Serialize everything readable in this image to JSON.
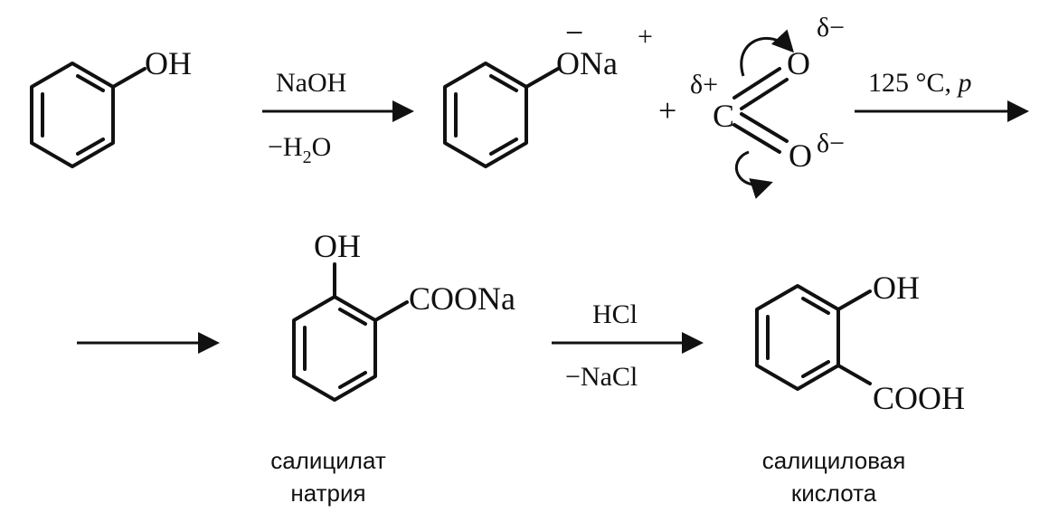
{
  "molecules": {
    "phenol": {
      "oh": "OH"
    },
    "phenoxide": {
      "minus": "−",
      "ona": "ONa",
      "plus": "+"
    },
    "co2": {
      "c": "C",
      "o_top": "O",
      "o_bottom": "O",
      "delta_plus": "δ+",
      "delta_minus_top": "δ−",
      "delta_minus_bottom": "δ−"
    },
    "sodium_salicylate": {
      "oh": "OH",
      "coona": "COONa",
      "name_line1": "салицилат",
      "name_line2": "натрия"
    },
    "salicylic_acid": {
      "oh": "OH",
      "cooh": "COOH",
      "name_line1": "салициловая",
      "name_line2": "кислота"
    }
  },
  "plus_sign": "+",
  "arrows": {
    "step1": {
      "above": "NaOH",
      "below_prefix": "−H",
      "below_sub": "2",
      "below_suffix": "O"
    },
    "step2": {
      "above_main": "125 °C, ",
      "above_italic": "p"
    },
    "step3": {
      "above": "HCl",
      "below": "−NaCl"
    }
  }
}
